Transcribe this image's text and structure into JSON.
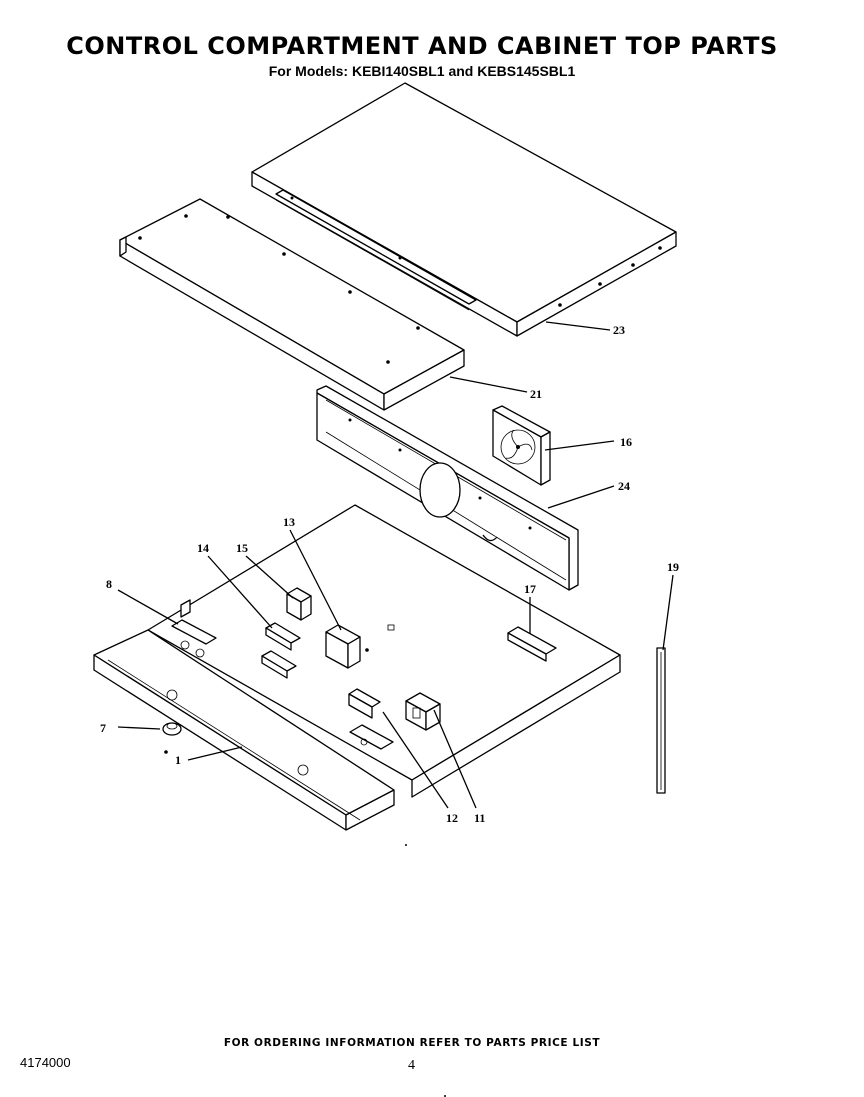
{
  "title": "CONTROL COMPARTMENT  AND CABINET TOP PARTS",
  "subtitle": "For Models: KEBI140SBL1 and KEBS145SBL1",
  "footer_note": "FOR ORDERING INFORMATION REFER TO PARTS PRICE LIST",
  "doc_number": "4174000",
  "page_number": "4",
  "callouts": {
    "c23": "23",
    "c21": "21",
    "c16": "16",
    "c24": "24",
    "c13": "13",
    "c14": "14",
    "c15": "15",
    "c8": "8",
    "c17": "17",
    "c19": "19",
    "c7": "7",
    "c1": "1",
    "c12": "12",
    "c11": "11"
  }
}
